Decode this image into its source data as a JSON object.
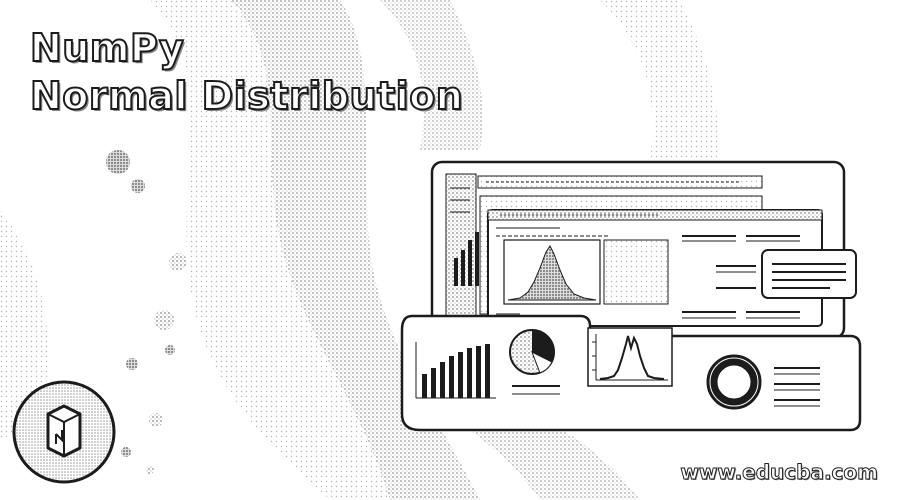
{
  "title": {
    "line1": "NumPy",
    "line2": "Normal Distribution"
  },
  "watermark": "www.educba.com",
  "colors": {
    "background": "#ffffff",
    "ink": "#1c1c1c",
    "stipple": "#9a9a9a"
  },
  "icons": {
    "logo": "numpy-cube-logo-icon",
    "donut": "donut-chart-icon",
    "pie": "pie-chart-icon"
  }
}
